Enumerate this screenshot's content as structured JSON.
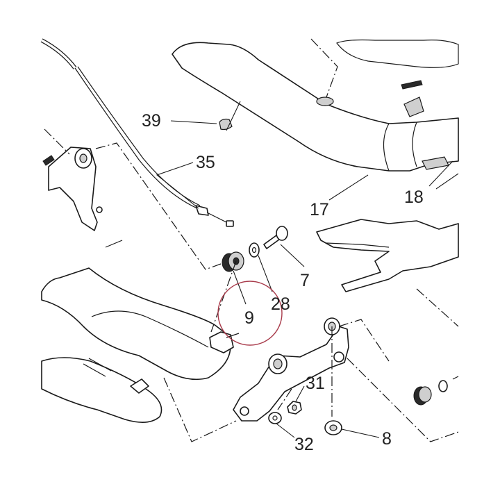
{
  "diagram": {
    "callouts": {
      "c39": "39",
      "c35": "35",
      "c17": "17",
      "c18": "18",
      "c7": "7",
      "c28": "28",
      "c9": "9",
      "c31": "31",
      "c32": "32",
      "c8": "8"
    },
    "highlight_color": "#a83a4a"
  }
}
